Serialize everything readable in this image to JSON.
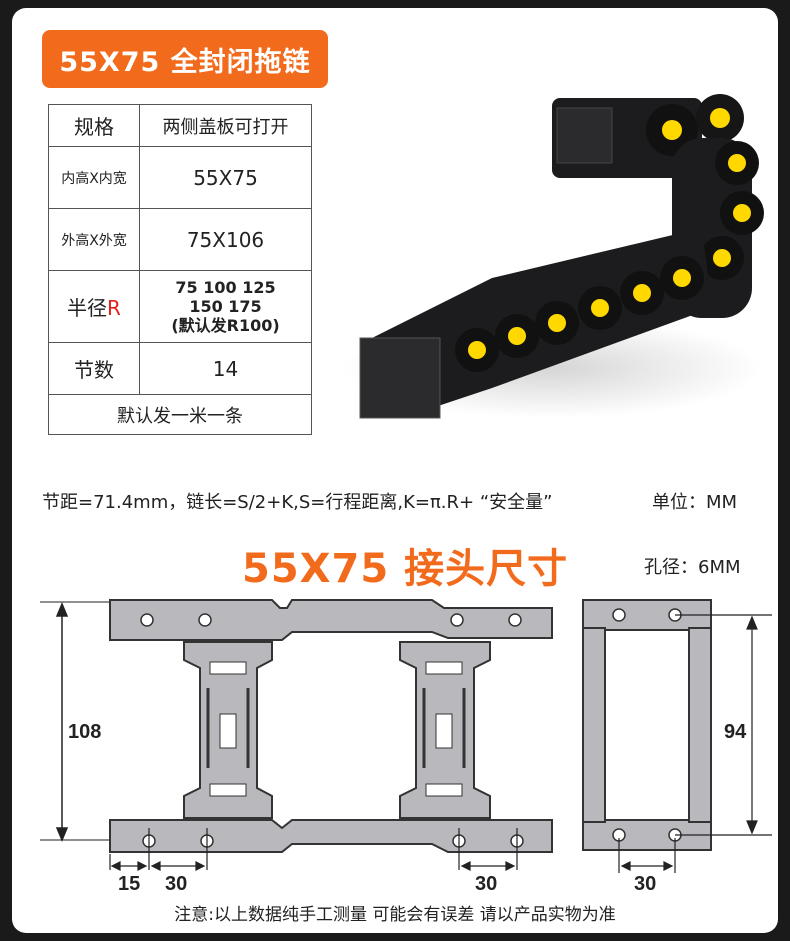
{
  "title": "55X75 全封闭拖链",
  "spec_table": {
    "header": {
      "label": "规格",
      "value": "两侧盖板可打开"
    },
    "inner": {
      "label": "内高X内宽",
      "value": "55X75"
    },
    "outer": {
      "label": "外高X外宽",
      "value": "75X106"
    },
    "radius": {
      "label": "半径",
      "label_r": "R",
      "line1": "75 100 125",
      "line2": "150 175",
      "line3": "(默认发R100)"
    },
    "links": {
      "label": "节数",
      "value": "14"
    },
    "default": "默认发一米一条"
  },
  "pitch_note": "节距=71.4mm，链长=S/2+K,S=行程距离,K=π.R+ “安全量”",
  "unit": "单位：MM",
  "section_title": "55X75 接头尺寸",
  "hole_size": "孔径：6MM",
  "dims": {
    "height_left": "108",
    "height_right": "94",
    "offset": "15",
    "pitch_left": "30",
    "pitch_mid": "30",
    "pitch_right": "30"
  },
  "colors": {
    "accent": "#f26a1b",
    "red": "#e0211a",
    "plate": "#b9b9bd",
    "chain": "#1c1c1e",
    "cap": "#ffd800"
  },
  "footer": "注意:以上数据纯手工测量 可能会有误差 请以产品实物为准"
}
